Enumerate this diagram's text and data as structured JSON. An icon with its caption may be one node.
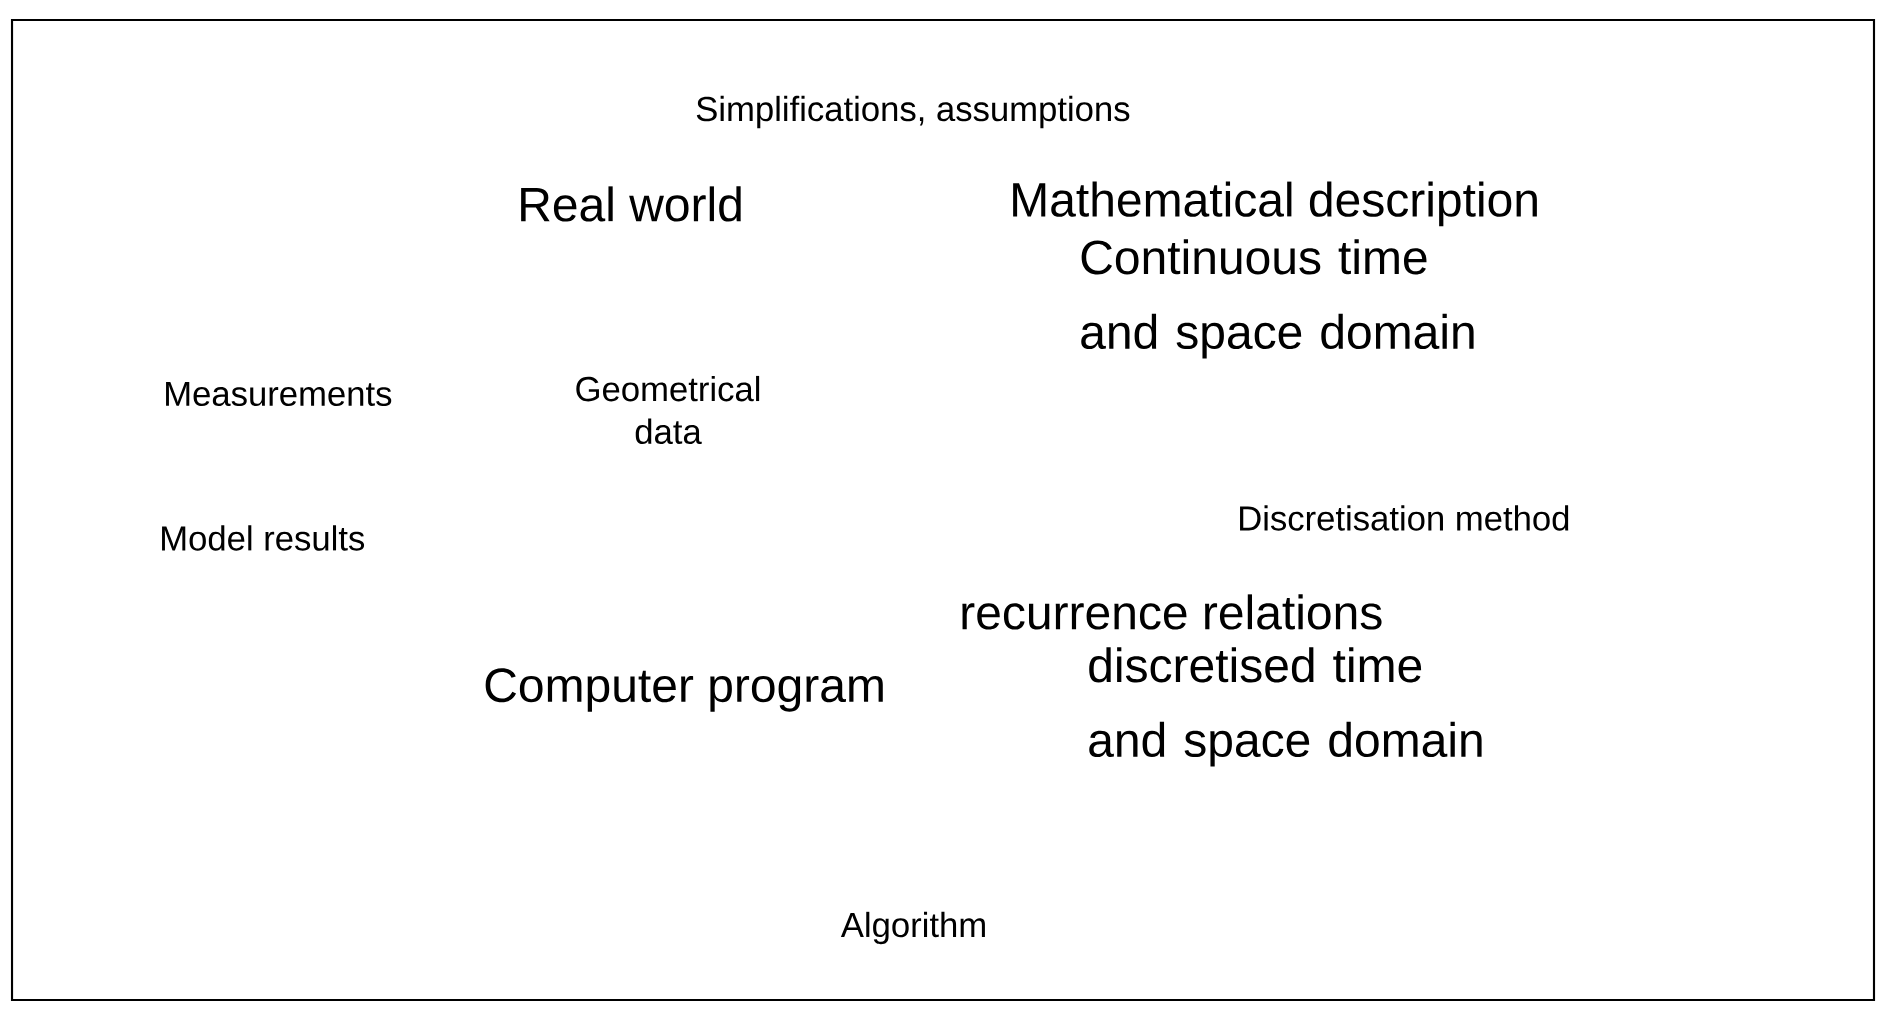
{
  "diagram": {
    "labels": [
      "Simplifications, assumptions",
      "Real world",
      "Mathematical description",
      "Continuous time and space domain",
      "Measurements",
      "Geometrical data",
      "Discretisation method",
      "Model results",
      "recurrence relations",
      "Computer program",
      "discretised time and space domain",
      "Algorithm"
    ]
  }
}
